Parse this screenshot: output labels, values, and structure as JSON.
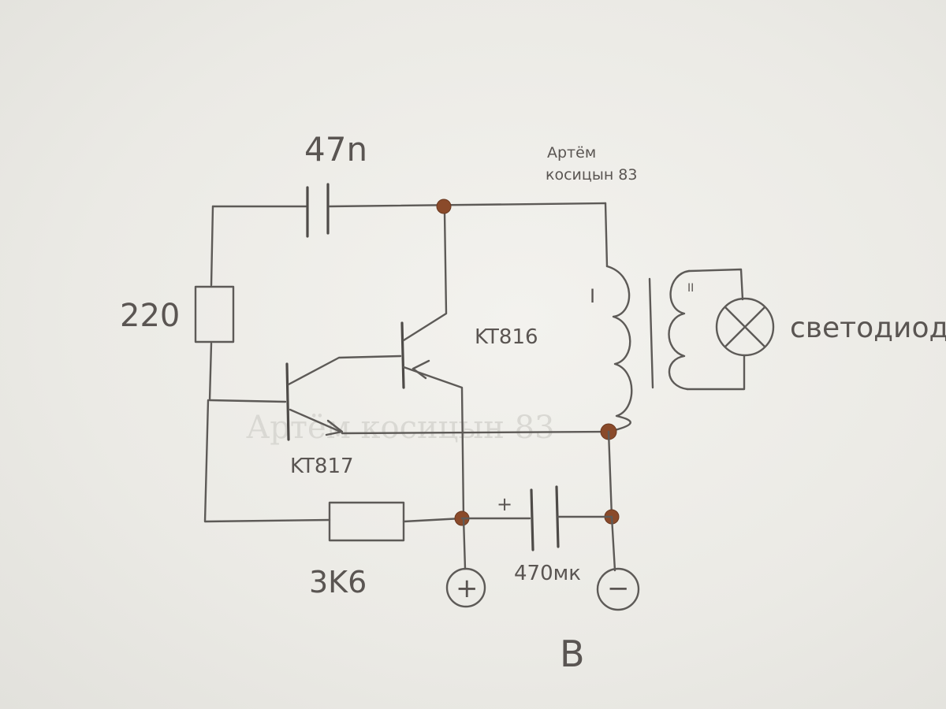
{
  "labels": {
    "cap_top": "47n",
    "author": "Артём",
    "author2": "косицын 83",
    "resistor_220": "220",
    "kt816": "KT816",
    "kt817": "KT817",
    "resistor_3k6": "3K6",
    "cap_470": "470мк",
    "winding_primary": "I",
    "winding_secondary": "II",
    "lamp": "светодиод",
    "plus_terminal": "+",
    "minus_terminal": "−",
    "cap_polarity": "+",
    "letter": "B",
    "watermark": "Артём косицын 83"
  },
  "colors": {
    "ink": "#5d5a57",
    "junction": "#8a4a2a",
    "paper": "#ecebe6"
  }
}
